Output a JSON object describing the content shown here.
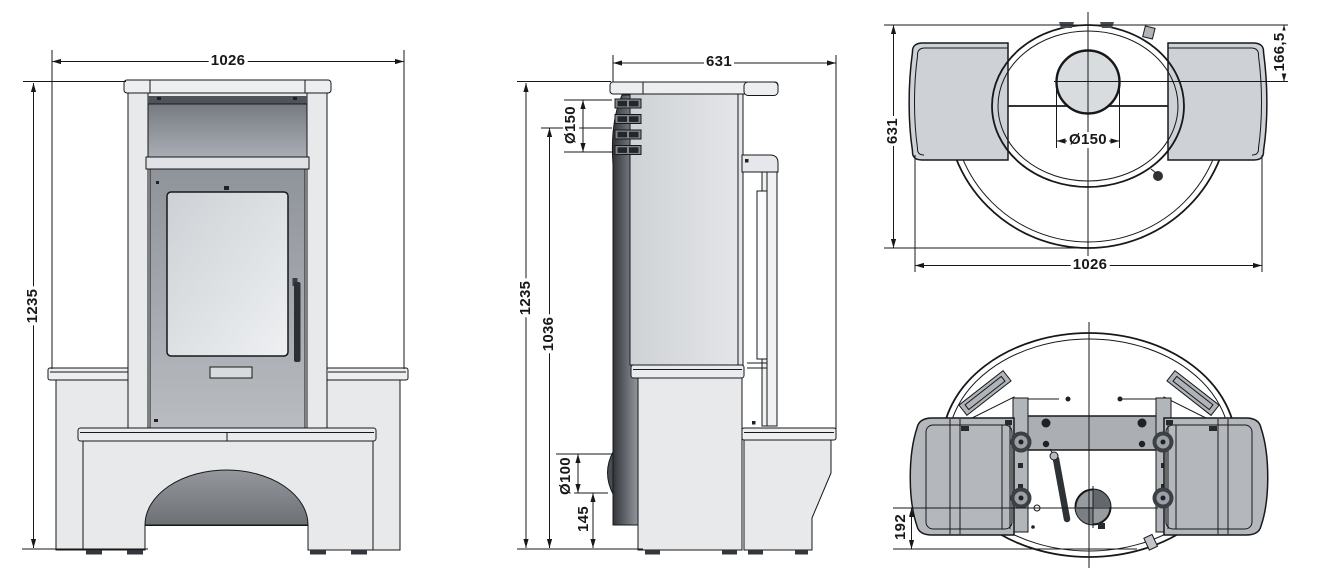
{
  "drawing": {
    "type": "stove-dimensional-drawing",
    "views": {
      "front": {
        "dims": {
          "width": "1026",
          "height": "1235"
        }
      },
      "side": {
        "dims": {
          "depth": "631",
          "flue_diameter": "Ø150",
          "total_height": "1235",
          "flue_center_height": "1036",
          "air_inlet_diameter": "Ø100",
          "air_inlet_height": "145"
        }
      },
      "top": {
        "dims": {
          "depth": "631",
          "flue_center_from_back": "166,5",
          "flue_diameter": "Ø150",
          "width": "1026"
        }
      },
      "bottom": {
        "dims": {
          "front_edge_distance": "192"
        }
      }
    },
    "palette": {
      "line": "#17181a",
      "body_light": "#e7e9eb",
      "panel_dark": "#8d9196",
      "top_plate": "#d6d9dc",
      "base_ring": "#c6cace",
      "underside": "#b6babe"
    }
  }
}
